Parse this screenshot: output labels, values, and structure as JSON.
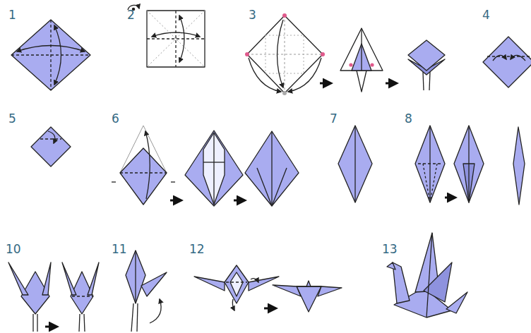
{
  "diagram": {
    "labels": [
      "1",
      "2",
      "3",
      "4",
      "5",
      "6",
      "7",
      "8",
      "10",
      "11",
      "12",
      "13"
    ]
  }
}
